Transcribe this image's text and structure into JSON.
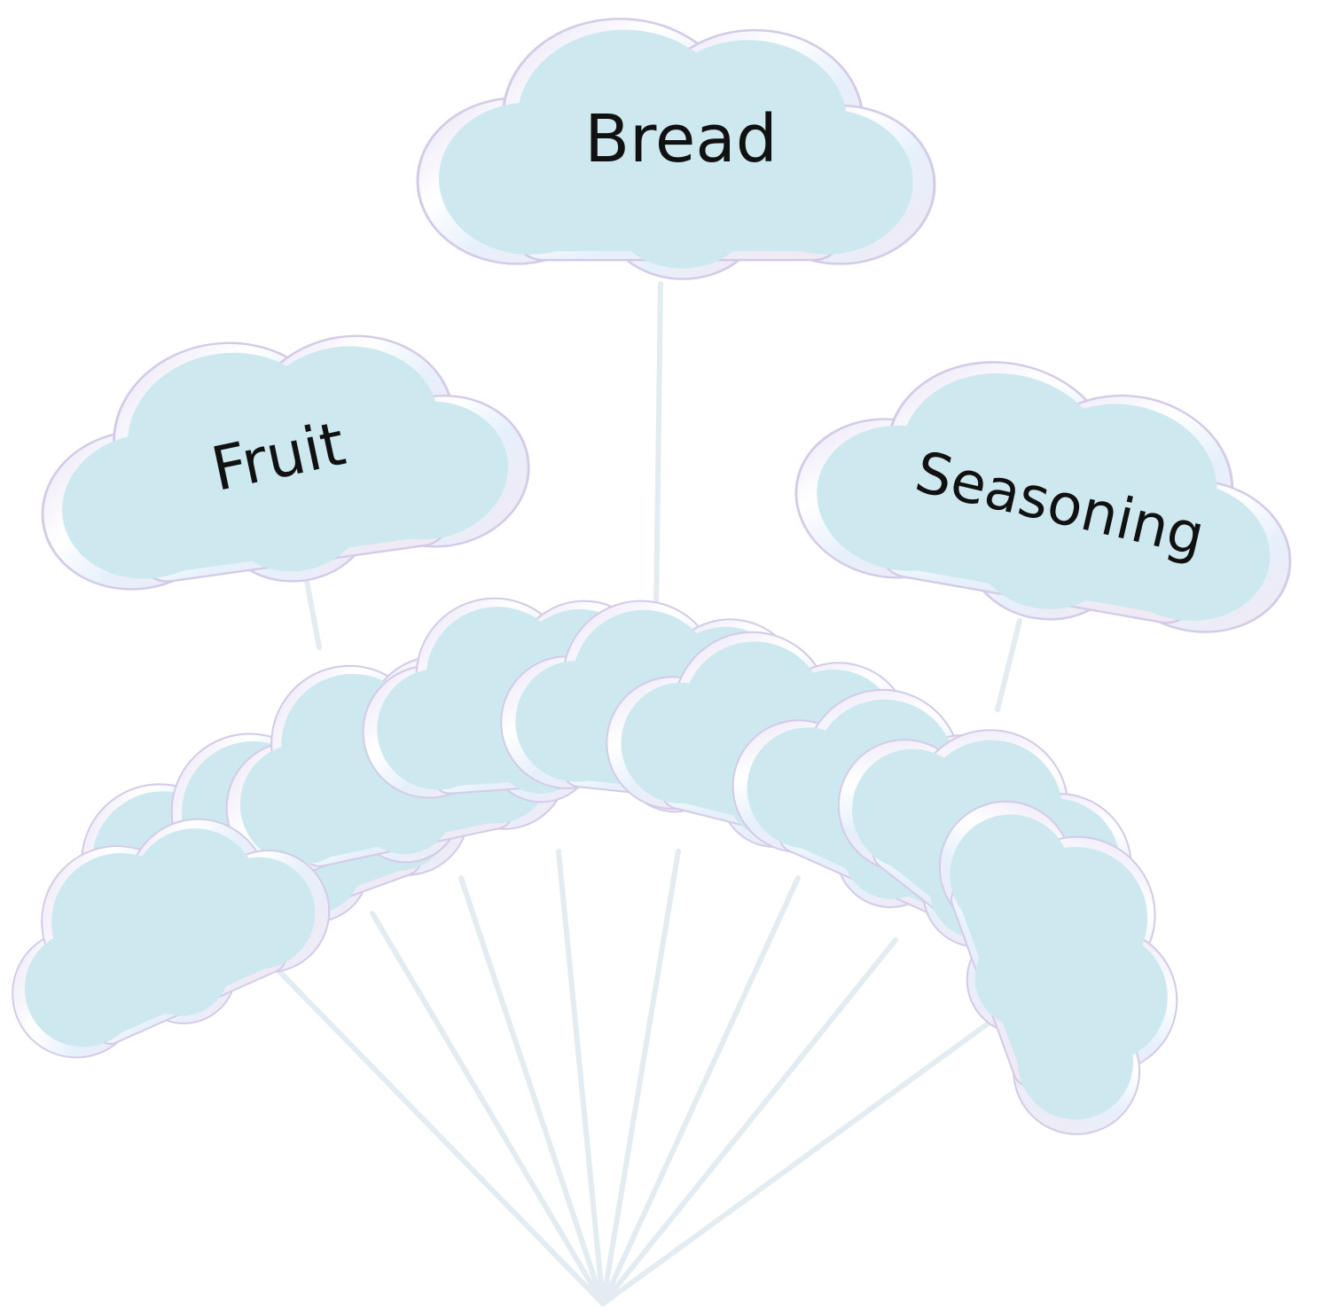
{
  "labels": {
    "bread": "Bread",
    "fruit": "Fruit",
    "seasoning": "Seasoning"
  },
  "colors": {
    "cloud_fill": "#cde9ef",
    "cloud_border": "#f4f6fb",
    "border_shimmer": "#d9cdee",
    "stick": "#e3ecf1",
    "text": "#111111"
  }
}
